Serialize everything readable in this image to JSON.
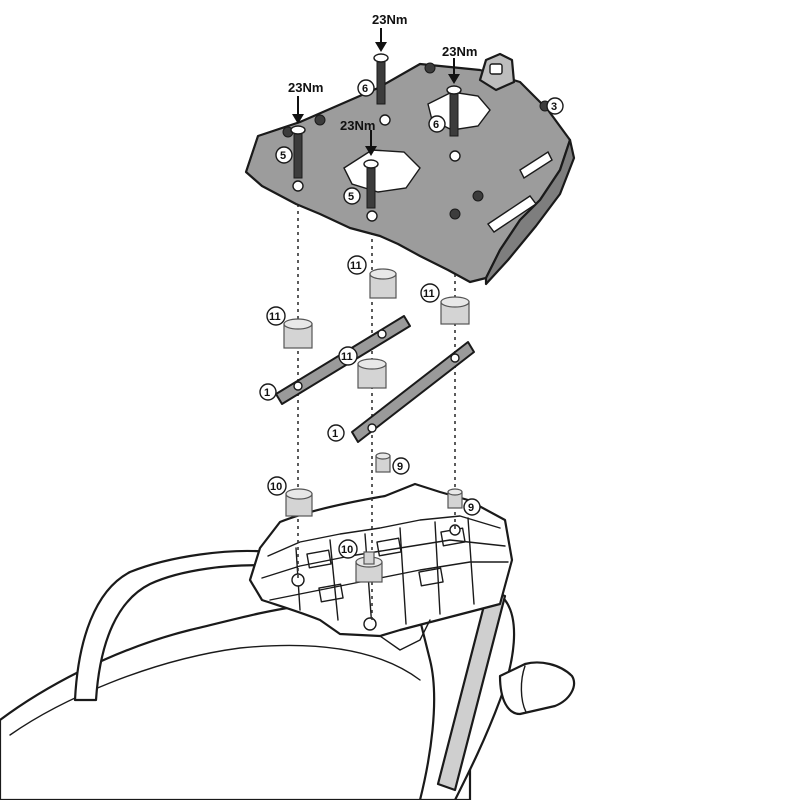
{
  "torque_labels": [
    "23Nm",
    "23Nm",
    "23Nm",
    "23Nm"
  ],
  "callouts": {
    "plate": [
      "3",
      "5",
      "5",
      "6",
      "6"
    ],
    "spacers": [
      "11",
      "11",
      "11",
      "11"
    ],
    "straps": [
      "1",
      "1"
    ],
    "rack": [
      "9",
      "9",
      "10",
      "10"
    ]
  }
}
